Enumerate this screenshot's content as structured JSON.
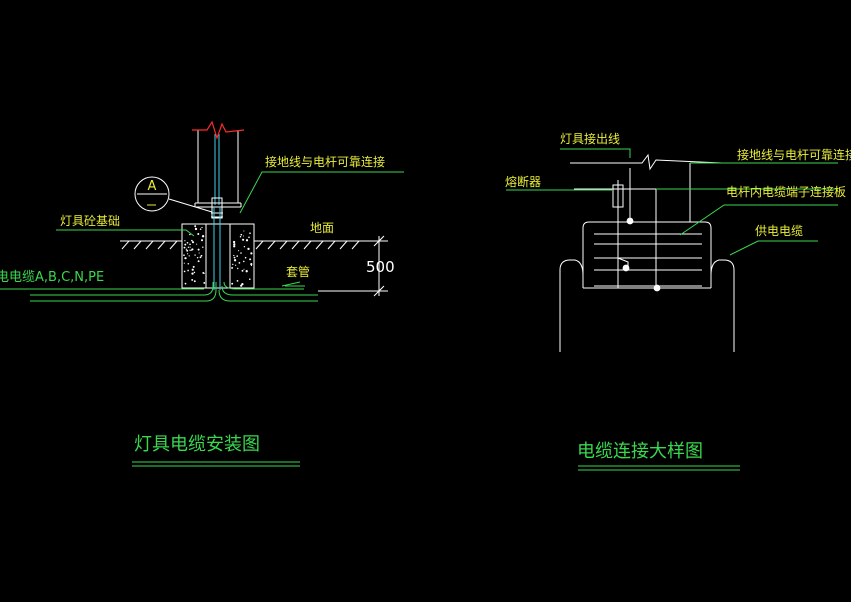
{
  "left_detail": {
    "note_grounding": "接地线与电杆可靠连接",
    "note_foundation": "灯具砼基础",
    "note_ground": "地面",
    "note_cable": "电电缆A,B,C,N,PE",
    "note_sleeve": "套管",
    "dimension_depth": "500",
    "section_marker": "A",
    "title": "灯具电缆安装图"
  },
  "right_detail": {
    "note_lamp_out": "灯具接出线",
    "note_fuse": "熔断器",
    "note_grounding": "接地线与电杆可靠连接",
    "note_terminal": "电杆内电缆端子连接板",
    "note_supply": "供电电缆",
    "title": "电缆连接大样图"
  },
  "colors": {
    "background": "#000000",
    "line_white": "#ffffff",
    "line_green": "#39d84f",
    "line_cyan": "#3fd0e8",
    "line_red": "#ff2a2a",
    "text_yellow": "#e8ec3a"
  }
}
